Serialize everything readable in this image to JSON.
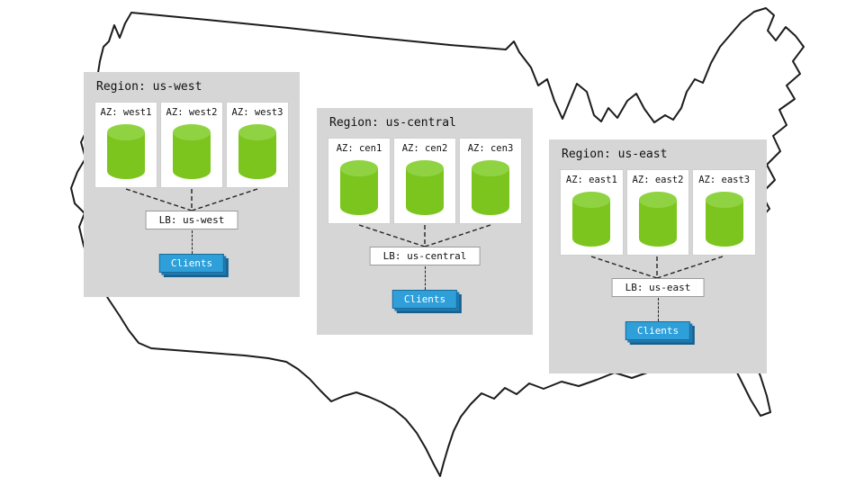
{
  "regions": [
    {
      "title": "Region: us-west",
      "azs": [
        {
          "label": "AZ: west1"
        },
        {
          "label": "AZ: west2"
        },
        {
          "label": "AZ: west3"
        }
      ],
      "lb_label": "LB: us-west",
      "clients_label": "Clients"
    },
    {
      "title": "Region: us-central",
      "azs": [
        {
          "label": "AZ: cen1"
        },
        {
          "label": "AZ: cen2"
        },
        {
          "label": "AZ: cen3"
        }
      ],
      "lb_label": "LB: us-central",
      "clients_label": "Clients"
    },
    {
      "title": "Region: us-east",
      "azs": [
        {
          "label": "AZ: east1"
        },
        {
          "label": "AZ: east2"
        },
        {
          "label": "AZ: east3"
        }
      ],
      "lb_label": "LB: us-east",
      "clients_label": "Clients"
    }
  ],
  "icons": {
    "database": "database-cylinder-icon",
    "map": "us-map-outline"
  },
  "colors": {
    "panel_bg": "#d6d6d6",
    "az_bg": "#ffffff",
    "cylinder_body": "#7cc51f",
    "cylinder_top": "#90d342",
    "clients_bg": "#2e9fd9",
    "clients_stack_1": "#1f7ab2",
    "clients_stack_2": "#15608f",
    "map_stroke": "#1c1c1c",
    "connector": "#222222"
  }
}
